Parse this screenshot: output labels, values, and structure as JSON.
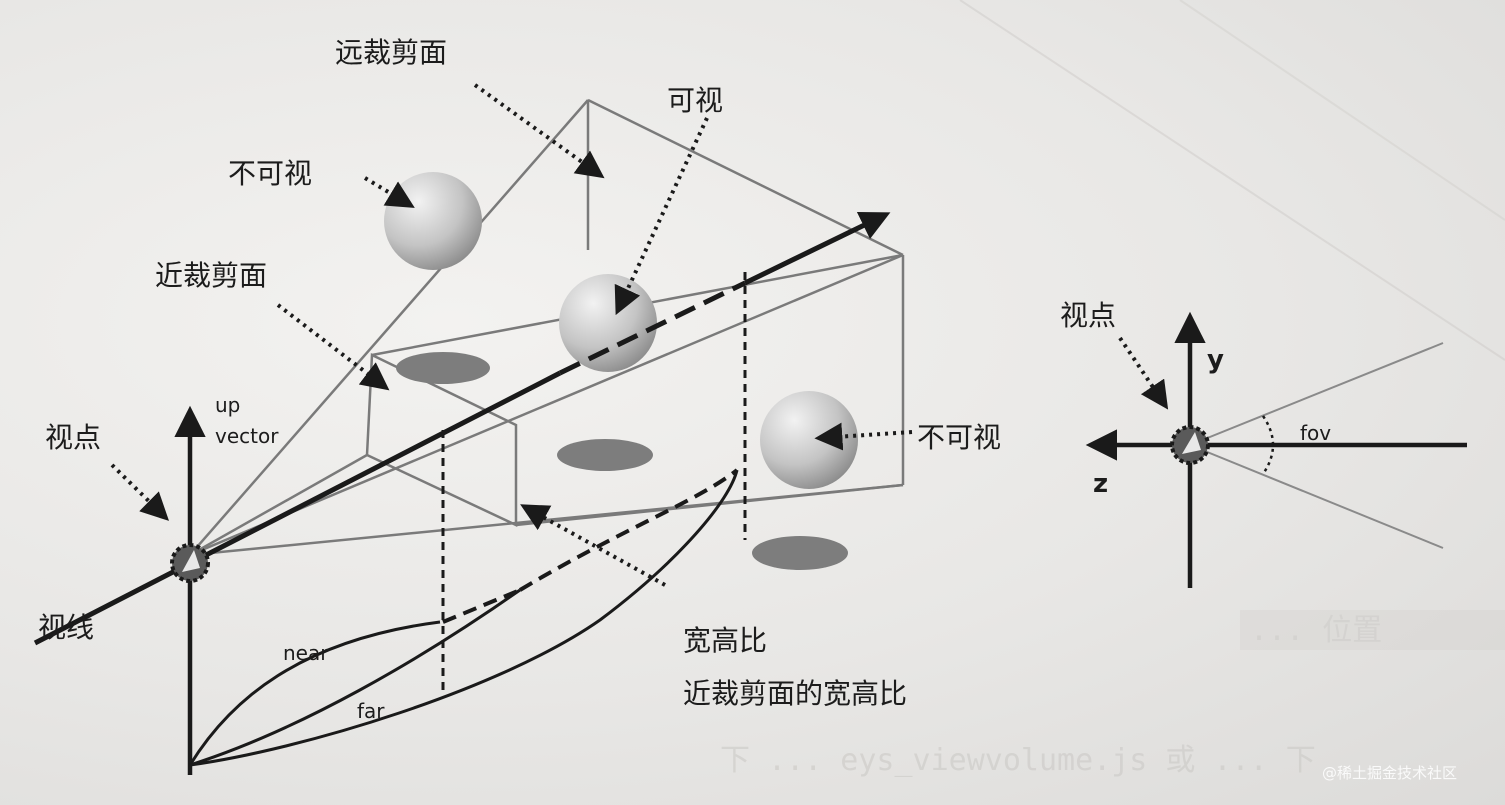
{
  "labels": {
    "far_plane": "远裁剪面",
    "visible": "可视",
    "invisible_top": "不可视",
    "near_plane": "近裁剪面",
    "up_vector_line1": "up",
    "up_vector_line2": "vector",
    "viewpoint_left": "视点",
    "sight_line": "视线",
    "near": "near",
    "far": "far",
    "aspect": "宽高比",
    "aspect_desc": "近裁剪面的宽高比",
    "invisible_right": "不可视",
    "viewpoint_right": "视点",
    "axis_y": "y",
    "axis_z": "z",
    "fov": "fov"
  },
  "background_text": {
    "bottom_code": "下 ... eys_viewvolume.js 或 ... 下",
    "right_heading": "... 位置"
  },
  "watermark": "@稀土掘金技术社区",
  "colors": {
    "line": "#1a1a1a",
    "frustum": "#7a7a7a",
    "sphere_light": "#e4e4e4",
    "sphere_dark": "#8c8c8c",
    "shadow": "#7d7d7d"
  }
}
